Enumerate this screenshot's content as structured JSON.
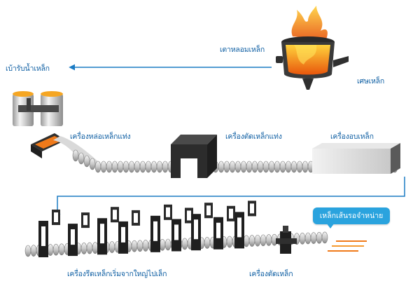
{
  "labels": {
    "furnace": "เตาหลอมเหล็ก",
    "scrap": "เศษเหล็ก",
    "ladle": "เบ้ารับน้ำเหล็ก",
    "casting": "เครื่องหล่อเหล็กแท่ง",
    "billet_cutter": "เครื่องตัดเหล็กแท่ง",
    "reheating": "เครื่องอบเหล็ก",
    "rolling_mill": "เครื่องรีดเหล็กเริ่มจากใหญ่ไปเล็ก",
    "bar_cutter": "เครื่องตัดเหล็ก",
    "product_callout": "เหล็กเส้นรอจำหน่าย"
  },
  "colors": {
    "label": "#0f5fa3",
    "arrow": "#1b7bc4",
    "callout": "#2aa3de",
    "molten": "#f5a623",
    "hot_bar": "#f07a1a"
  }
}
